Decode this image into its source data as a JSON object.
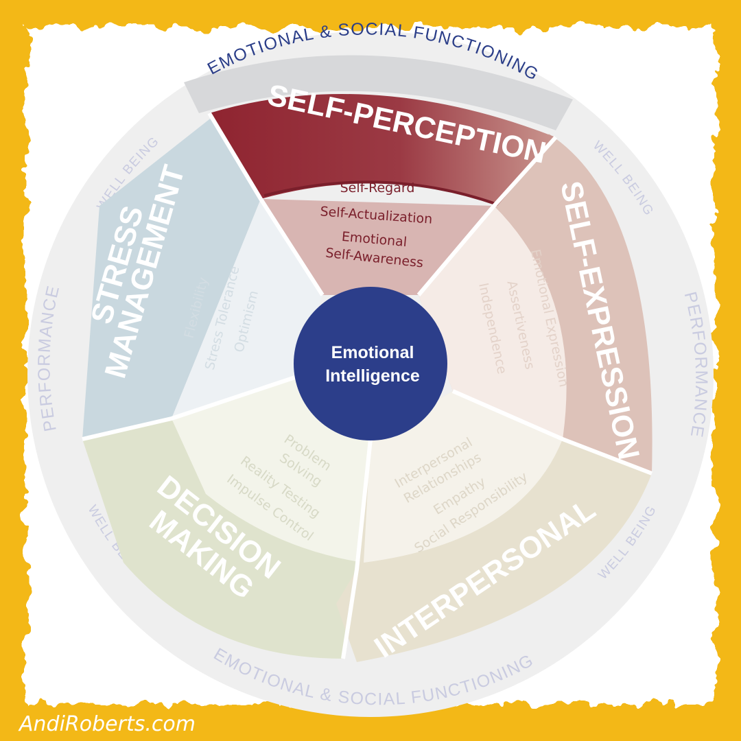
{
  "colors": {
    "border": "#f3b817",
    "outer_ring": "#efefef",
    "outer_ring_text": "#c9cbe0",
    "esf_top_band": "#d7d8da",
    "esf_top_text": "#2a3d88",
    "center": "#2c3e8a",
    "self_perception": "#8f2430",
    "self_perception_inner": "#d8b5b2",
    "self_expression": "#ddc2b9",
    "self_expression_inner": "#f5ebe6",
    "interpersonal": "#e7e1cf",
    "interpersonal_inner": "#f5f2ea",
    "decision_making": "#dfe3cd",
    "decision_making_inner": "#f3f4ea",
    "stress_management": "#c9d8df",
    "stress_management_inner": "#edf1f4",
    "faded_label": "#d9d4cc",
    "sub_dark": "#7a1f2b"
  },
  "ring_labels": {
    "top": "EMOTIONAL & SOCIAL FUNCTIONING",
    "bottom": "EMOTIONAL & SOCIAL FUNCTIONING",
    "performance_left": "PERFORMANCE",
    "performance_right": "PERFORMANCE",
    "wellbeing_top_left": "WELL BEING",
    "wellbeing_top_right": "WELL BEING",
    "wellbeing_bottom_left": "WELL BEING",
    "wellbeing_bottom_right": "WELL BEING"
  },
  "center": {
    "line1": "Emotional",
    "line2": "Intelligence"
  },
  "composites": {
    "self_perception": {
      "title": "SELF-PERCEPTION",
      "subscales": [
        "Self-Regard",
        "Self-Actualization",
        "Emotional",
        "Self-Awareness"
      ]
    },
    "self_expression": {
      "title": "SELF-EXPRESSION",
      "subscales": [
        "Emotional Expression",
        "Assertiveness",
        "Independence"
      ]
    },
    "interpersonal": {
      "title": "INTERPERSONAL",
      "subscales": [
        "Interpersonal",
        "Relationships",
        "Empathy",
        "Social Responsibility"
      ]
    },
    "decision_making": {
      "title_line1": "DECISION",
      "title_line2": "MAKING",
      "subscales": [
        "Problem",
        "Solving",
        "Reality Testing",
        "Impulse Control"
      ]
    },
    "stress_management": {
      "title_line1": "STRESS",
      "title_line2": "MANAGEMENT",
      "subscales": [
        "Flexibility",
        "Stress Tolerance",
        "Optimism"
      ]
    }
  },
  "watermark": "AndiRoberts.com"
}
